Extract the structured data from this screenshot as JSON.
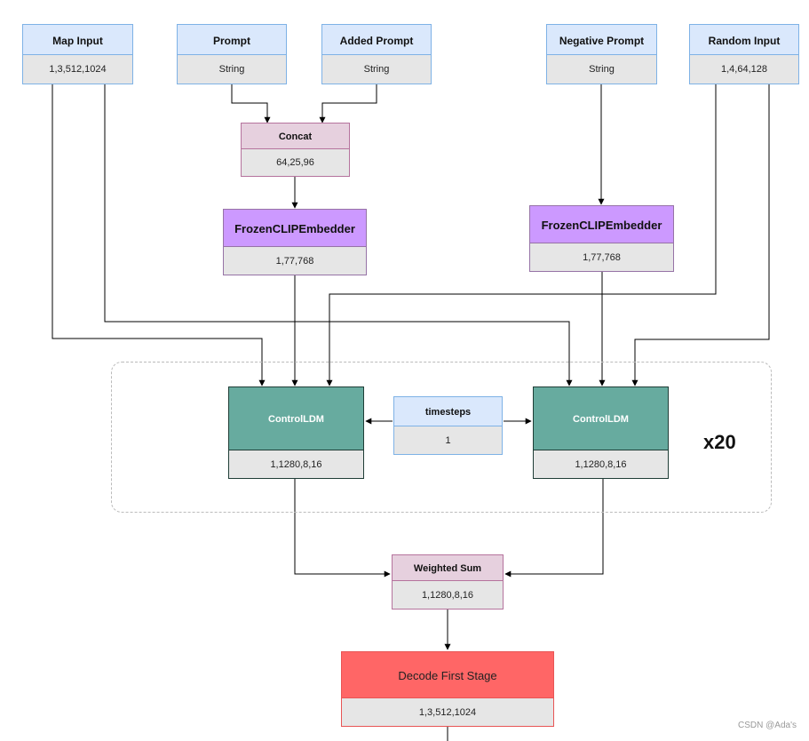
{
  "nodes": {
    "map_input": {
      "title": "Map Input",
      "value": "1,3,512,1024"
    },
    "prompt": {
      "title": "Prompt",
      "value": "String"
    },
    "added_prompt": {
      "title": "Added Prompt",
      "value": "String"
    },
    "negative_prompt": {
      "title": "Negative Prompt",
      "value": "String"
    },
    "random_input": {
      "title": "Random Input",
      "value": "1,4,64,128"
    },
    "concat": {
      "title": "Concat",
      "value": "64,25,96"
    },
    "clip_left": {
      "title": "FrozenCLIPEmbedder",
      "value": "1,77,768"
    },
    "clip_right": {
      "title": "FrozenCLIPEmbedder",
      "value": "1,77,768"
    },
    "controlldm_left": {
      "title": "ControlLDM",
      "value": "1,1280,8,16"
    },
    "timesteps": {
      "title": "timesteps",
      "value": "1"
    },
    "controlldm_right": {
      "title": "ControlLDM",
      "value": "1,1280,8,16"
    },
    "weighted_sum": {
      "title": "Weighted Sum",
      "value": "1,1280,8,16"
    },
    "decode": {
      "title": "Decode First Stage",
      "value": "1,3,512,1024"
    }
  },
  "loop_label": "x20",
  "watermark": "CSDN @Ada's",
  "colors": {
    "input_fill": "#dae8fc",
    "concat_fill": "#e6d0de",
    "clip_fill": "#cc99ff",
    "controlldm_fill": "#67ab9f",
    "decode_fill": "#ff6666",
    "value_fill": "#e6e6e6"
  }
}
